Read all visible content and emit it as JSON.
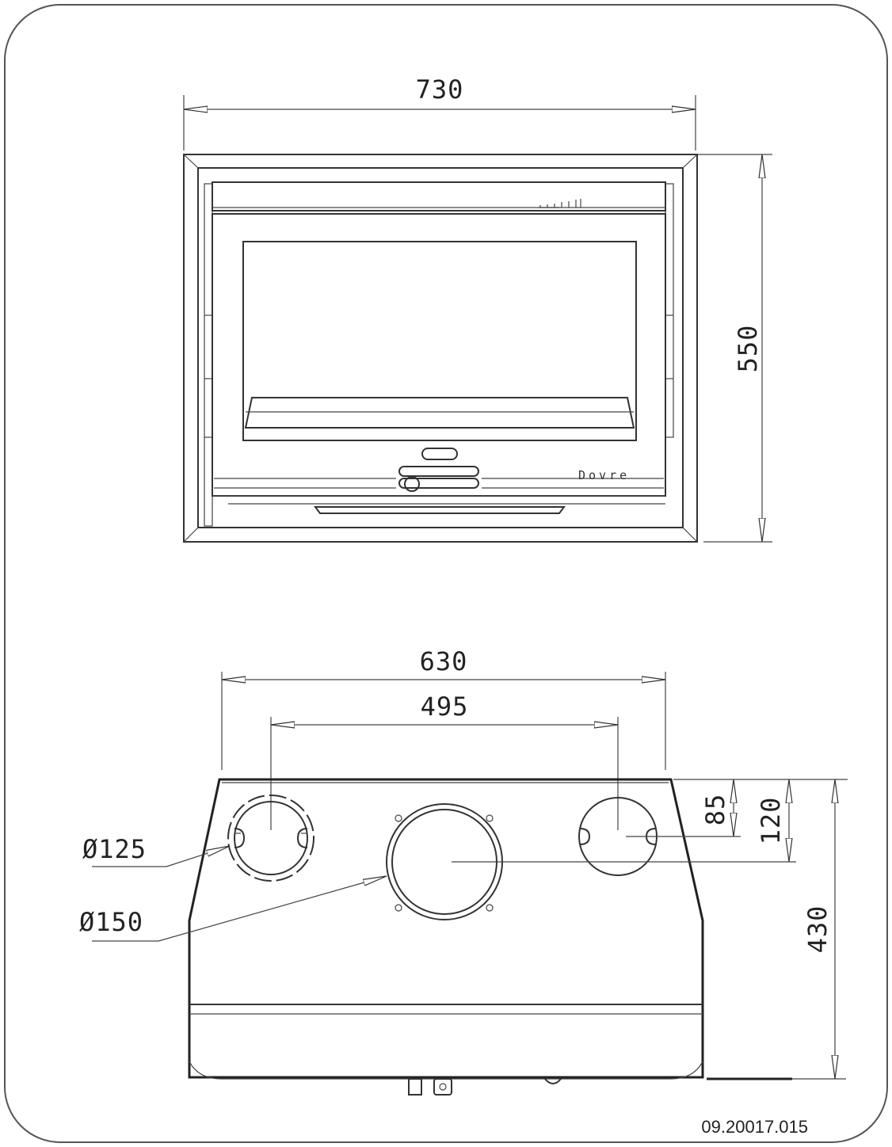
{
  "front_view": {
    "width_dim": "730",
    "height_dim": "550",
    "brand": "Dovre"
  },
  "top_view": {
    "outer_width_dim": "630",
    "pipe_spacing_dim": "495",
    "offset_small_dim": "85",
    "offset_mid_dim": "120",
    "depth_dim": "430",
    "small_diameter_label": "Ø125",
    "large_diameter_label": "Ø150"
  },
  "drawing_code": "09.20017.015"
}
